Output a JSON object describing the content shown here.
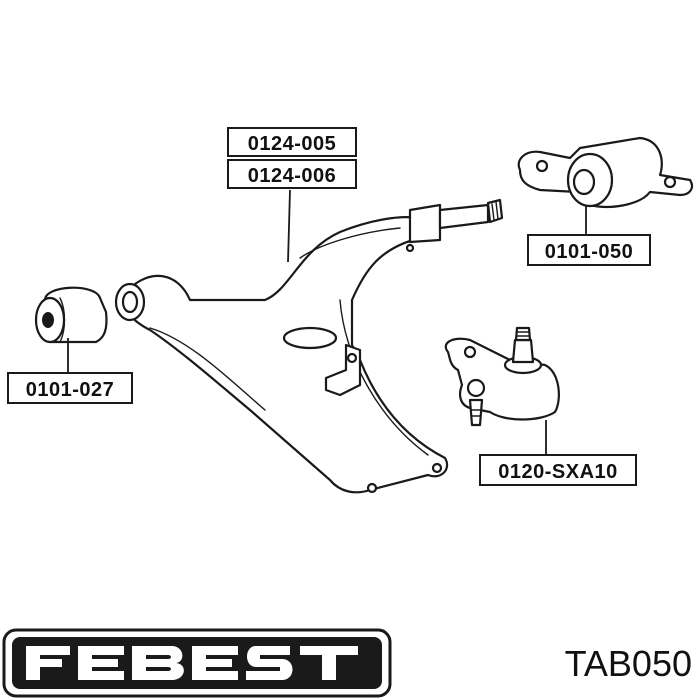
{
  "labels": {
    "arm_part_1": "0124-005",
    "arm_part_2": "0124-006",
    "rear_bushing": "0101-050",
    "front_bushing": "0101-027",
    "ball_joint": "0120-SXA10"
  },
  "brand": {
    "logo_text": "FEBEST",
    "part_code": "TAB050"
  },
  "colors": {
    "ink": "#1a1a1a",
    "background": "#ffffff"
  }
}
